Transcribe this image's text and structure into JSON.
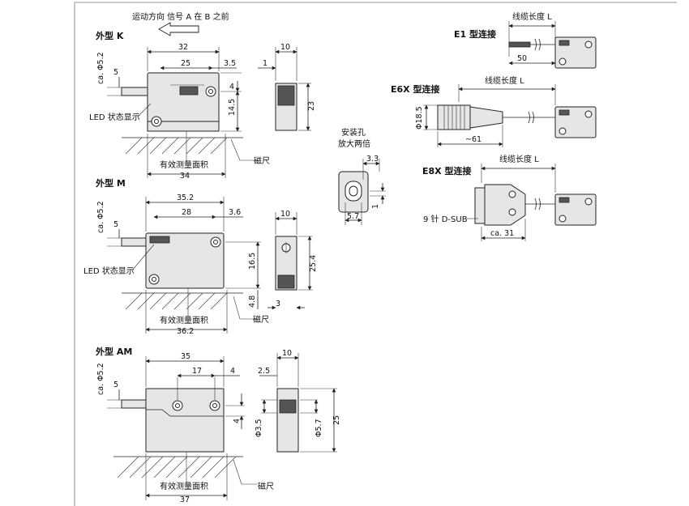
{
  "direction_note": "运动方向  信号 A 在 B 之前",
  "views": {
    "k": {
      "title": "外型 K",
      "dims": [
        "32",
        "25",
        "3.5",
        "ca. Φ5.2",
        "5",
        "4",
        "14.5",
        "10",
        "1",
        "23",
        "34"
      ],
      "led_label": "LED 状态显示",
      "area_label": "有效测量面积",
      "scale_label": "磁尺"
    },
    "m": {
      "title": "外型 M",
      "dims": [
        "35.2",
        "28",
        "3.6",
        "ca. Φ5.2",
        "5",
        "16.5",
        "10",
        "25.4",
        "4.8",
        "3",
        "36.2"
      ],
      "led_label": "LED 状态显示",
      "area_label": "有效测量面积",
      "scale_label": "磁尺"
    },
    "am": {
      "title": "外型 AM",
      "dims": [
        "35",
        "17",
        "4",
        "ca. Φ5.2",
        "5",
        "4",
        "10",
        "2.5",
        "Φ3.5",
        "Φ5.7",
        "25",
        "37"
      ],
      "area_label": "有效测量面积",
      "scale_label": "磁尺"
    }
  },
  "mount_hole": {
    "title_line1": "安装孔",
    "title_line2": "放大两倍",
    "dims": [
      "3.3",
      "5.7",
      "1"
    ]
  },
  "connectors": {
    "e1": {
      "title": "E1 型连接",
      "cable_label": "线缆长度 L",
      "dim": "50"
    },
    "e6x": {
      "title": "E6X 型连接",
      "cable_label": "线缆长度 L",
      "dims": [
        "Φ18.5",
        "~61"
      ]
    },
    "e8x": {
      "title": "E8X 型连接",
      "cable_label": "线缆长度 L",
      "dsub_label": "9 针 D-SUB",
      "dim": "ca. 31"
    }
  },
  "colors": {
    "body_fill": "#e6e6e6",
    "line": "#222222",
    "background": "#ffffff"
  }
}
